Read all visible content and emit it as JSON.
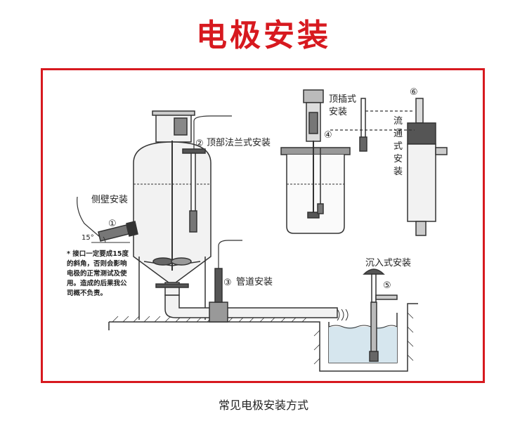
{
  "title": "电极安装",
  "caption": "常见电极安装方式",
  "labels": {
    "side_wall": "侧壁安装",
    "top_flange": "顶部法兰式安装",
    "pipe": "管道安装",
    "top_insert_line1": "顶插式",
    "top_insert_line2": "安装",
    "flow_chars": [
      "流",
      "通",
      "式",
      "安",
      "装"
    ],
    "submerged": "沉入式安装",
    "angle": "15°"
  },
  "markers": [
    "①",
    "②",
    "③",
    "④",
    "⑤",
    "⑥"
  ],
  "note_lines": [
    "* 接口一定要成15度",
    "的斜角，否则会影响",
    "电极的正常测试及使",
    "用。造成的后果我公",
    "司概不负责。"
  ],
  "colors": {
    "accent": "#d7191f",
    "line": "#333333",
    "water": "#d6e6ee"
  }
}
